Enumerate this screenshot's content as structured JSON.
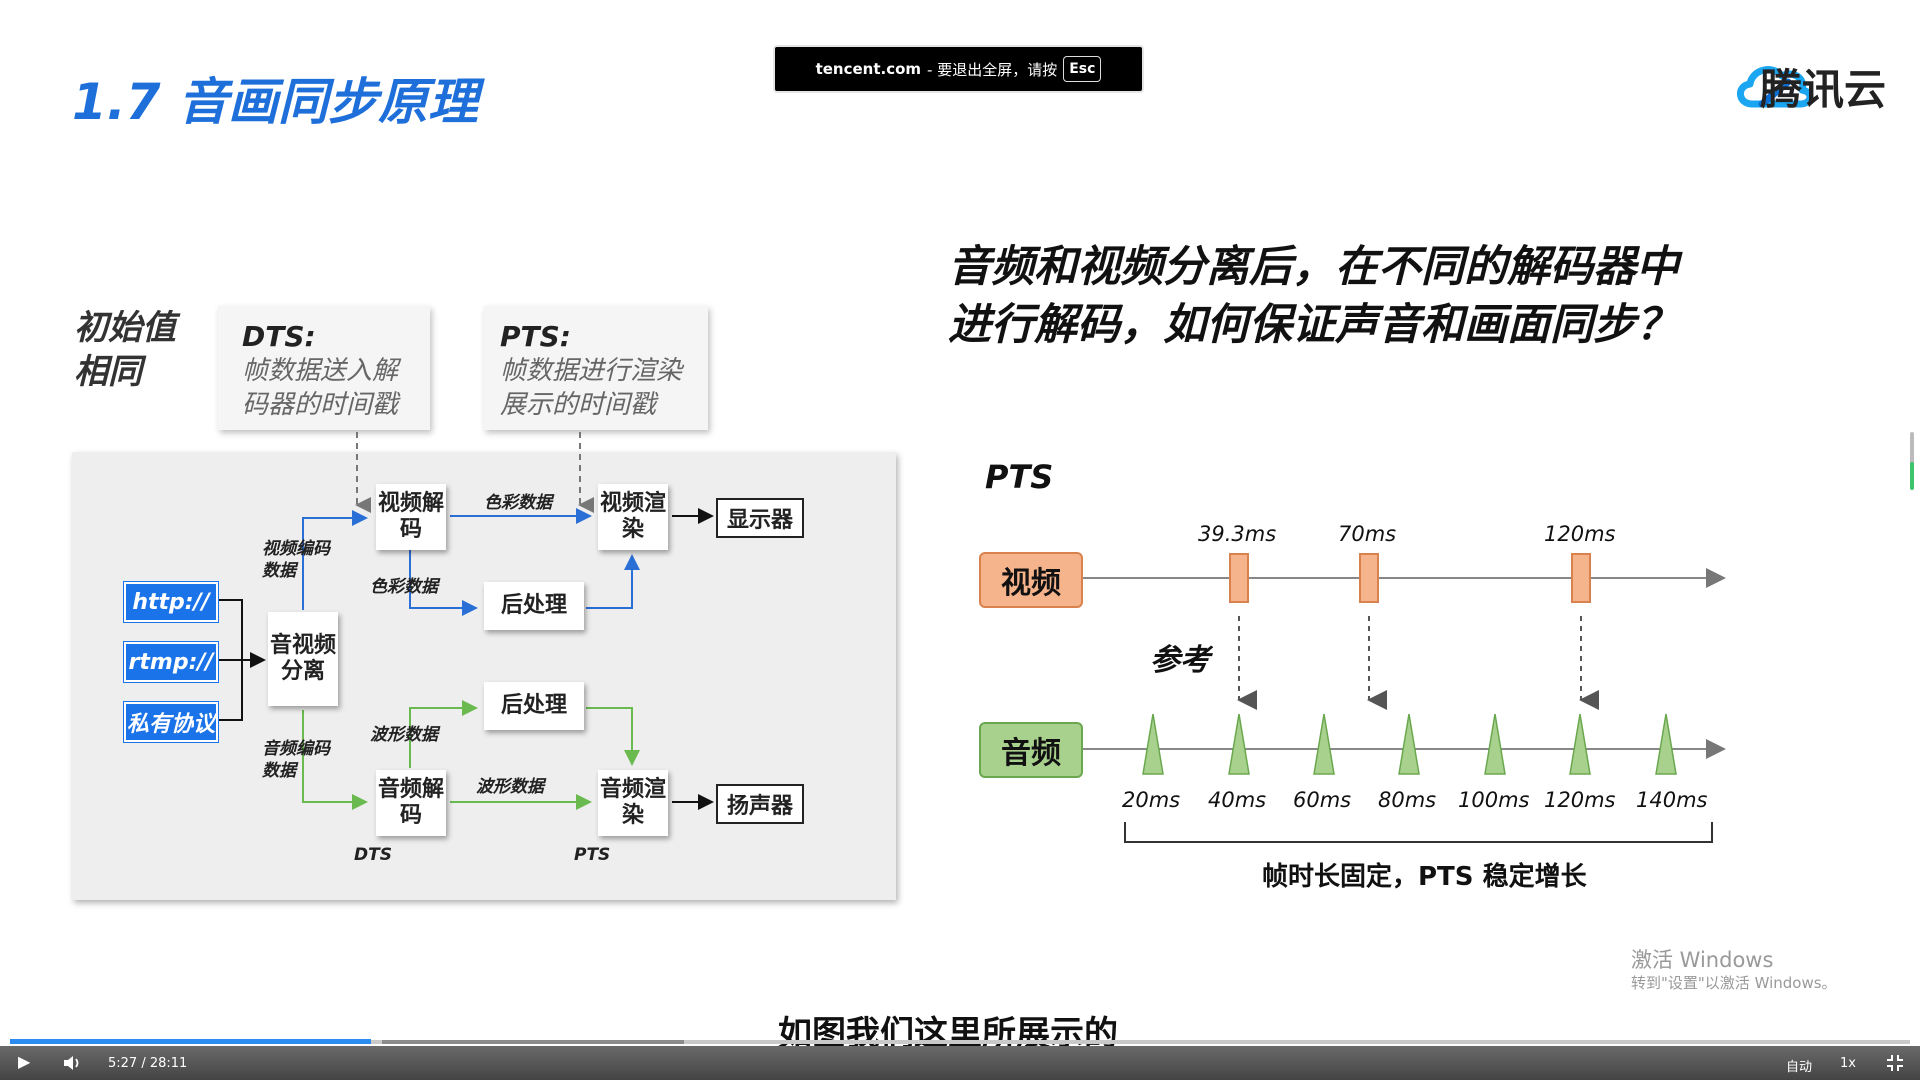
{
  "slide": {
    "title": "1.7 音画同步原理"
  },
  "fullscreen_notice": {
    "domain": "tencent.com",
    "message": "- 要退出全屏，请按",
    "key": "Esc"
  },
  "logo": {
    "text": "腾讯云"
  },
  "left_diagram": {
    "initial_label_line1": "初始值",
    "initial_label_line2": "相同",
    "dts_card": {
      "title": "DTS:",
      "desc_line1": "帧数据送入解",
      "desc_line2": "码器的时间戳"
    },
    "pts_card": {
      "title": "PTS:",
      "desc_line1": "帧数据进行渲染",
      "desc_line2": "展示的时间戳"
    },
    "protocols": [
      "http://",
      "rtmp://",
      "私有协议"
    ],
    "demux": "音视频分离",
    "video_decode": "视频解码",
    "video_render": "视频渲染",
    "display": "显示器",
    "post_process_top": "后处理",
    "post_process_bottom": "后处理",
    "audio_decode": "音频解码",
    "audio_render": "音频渲染",
    "speaker": "扬声器",
    "color_data_1": "色彩数据",
    "color_data_2": "色彩数据",
    "video_encoded_data_1": "视频编码",
    "video_encoded_data_2": "数据",
    "audio_encoded_data_1": "音频编码",
    "audio_encoded_data_2": "数据",
    "waveform_data_1": "波形数据",
    "waveform_data_2": "波形数据",
    "dts_label": "DTS",
    "pts_label": "PTS"
  },
  "right_diagram": {
    "question_line1": "音频和视频分离后，在不同的解码器中",
    "question_line2": "进行解码，如何保证声音和画面同步？",
    "pts_label": "PTS",
    "video_label": "视频",
    "audio_label": "音频",
    "reference_label": "参考",
    "video_ticks": [
      "39.3ms",
      "70ms",
      "120ms"
    ],
    "audio_ticks": [
      "20ms",
      "40ms",
      "60ms",
      "80ms",
      "100ms",
      "120ms",
      "140ms"
    ],
    "caption": "帧时长固定，PTS 稳定增长",
    "colors": {
      "video": "#f5b48c",
      "audio": "#a9d18e",
      "video_border": "#d9824e",
      "audio_border": "#6aa84f"
    }
  },
  "watermark": {
    "line1": "激活 Windows",
    "line2": "转到\"设置\"以激活 Windows。"
  },
  "subtitle": "如图我们这里所展示的",
  "player": {
    "time": "5:27 / 28:11",
    "progress": 0.19,
    "quality": "自动",
    "speed": "1x"
  }
}
